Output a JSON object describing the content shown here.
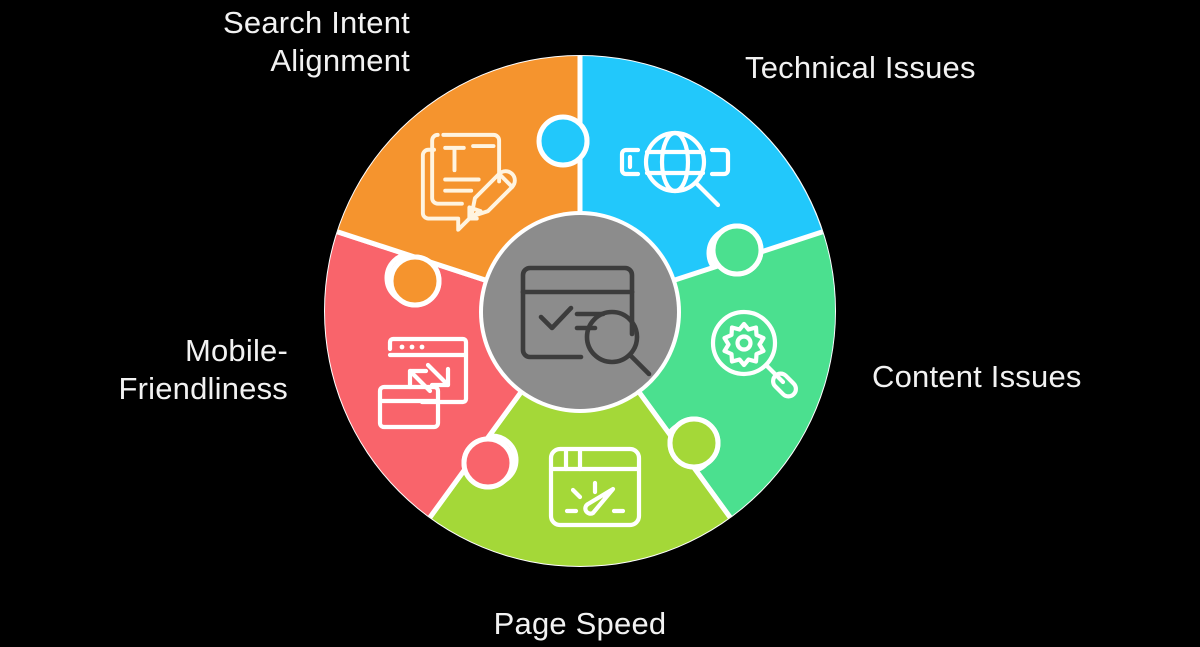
{
  "diagram": {
    "type": "puzzle-wheel",
    "title_center_icon": "seo-audit-browser-magnifier-icon",
    "background_color": "#000000",
    "center": {
      "fill": "#8C8C8C",
      "stroke": "#FFFFFF",
      "icon_name": "browser-check-magnifier-icon",
      "icon_color": "#3C3C3C"
    },
    "segments": [
      {
        "id": "search-intent-alignment",
        "label": "Search Intent\nAlignment",
        "color": "#F5942E",
        "icon_name": "document-pencil-text-icon",
        "label_position": "top-left"
      },
      {
        "id": "technical-issues",
        "label": "Technical Issues",
        "color": "#22C8FB",
        "icon_name": "globe-magnifier-icon",
        "label_position": "top-right"
      },
      {
        "id": "content-issues",
        "label": "Content Issues",
        "color": "#4BE08F",
        "icon_name": "magnifier-gear-icon",
        "label_position": "right"
      },
      {
        "id": "page-speed",
        "label": "Page Speed",
        "color": "#A4D838",
        "icon_name": "browser-speedometer-icon",
        "label_position": "bottom"
      },
      {
        "id": "mobile-friendliness",
        "label": "Mobile-\nFriendliness",
        "color": "#F9646B",
        "icon_name": "responsive-browser-arrows-icon",
        "label_position": "left"
      }
    ],
    "labels": {
      "search_intent": "Search Intent\nAlignment",
      "technical": "Technical Issues",
      "content": "Content Issues",
      "page_speed": "Page Speed",
      "mobile": "Mobile-\nFriendliness"
    }
  }
}
